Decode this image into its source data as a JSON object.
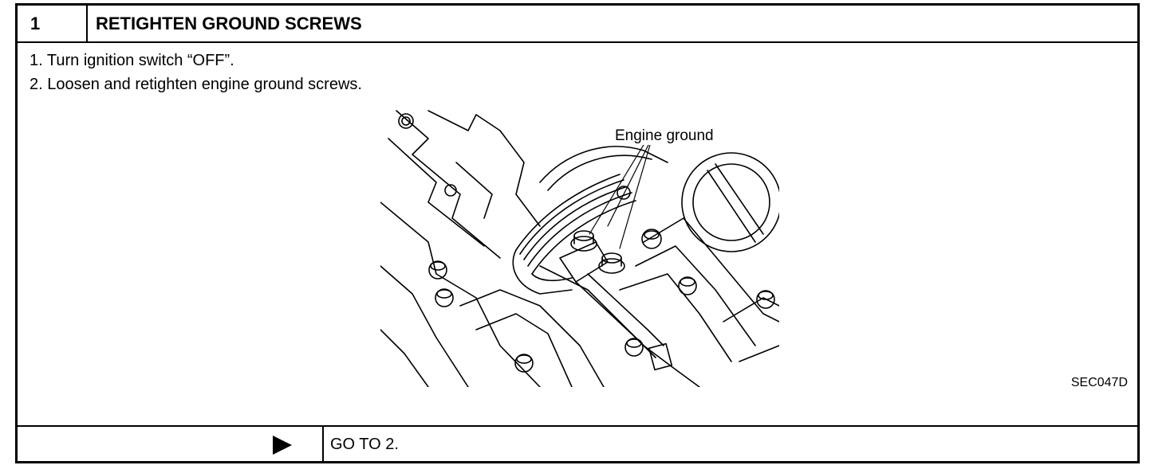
{
  "header": {
    "step_number": "1",
    "title": "RETIGHTEN GROUND SCREWS"
  },
  "instructions": [
    "1.  Turn ignition switch “OFF”.",
    "2.  Loosen and retighten engine ground screws."
  ],
  "figure": {
    "callout_label": "Engine ground",
    "reference_code": "SEC047D"
  },
  "footer": {
    "arrow_icon": "right-triangle-icon",
    "next_action": "GO TO 2."
  }
}
